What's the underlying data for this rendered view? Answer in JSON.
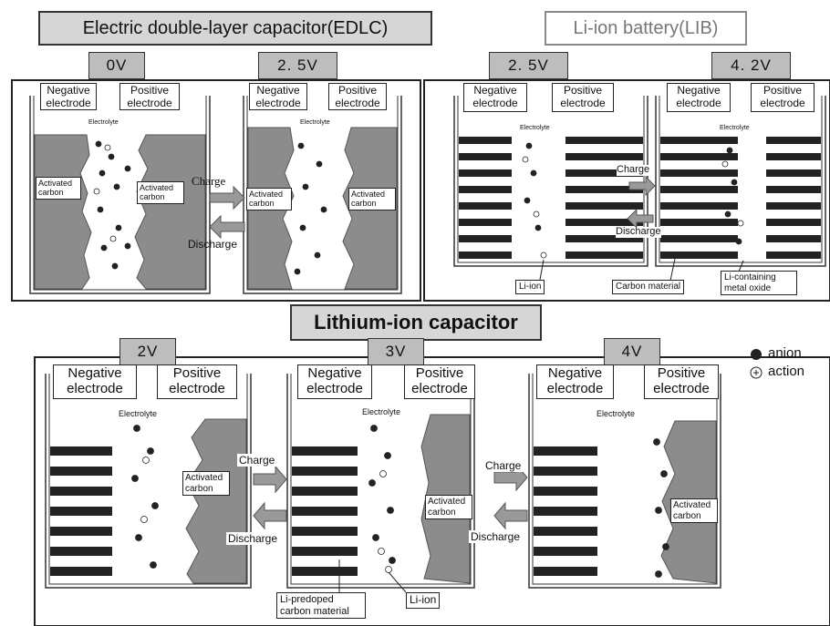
{
  "edlc": {
    "title": "Electric double-layer capacitor(EDLC)",
    "v0": "0V",
    "v1": "2. 5V",
    "negative": "Negative electrode",
    "positive": "Positive electrode",
    "electrolyte": "Electrolyte",
    "activated": "Activated carbon",
    "charge": "Charge",
    "discharge": "Discharge"
  },
  "lib": {
    "title": "Li-ion battery(LIB)",
    "v0": "2. 5V",
    "v1": "4. 2V",
    "negative": "Negative electrode",
    "positive": "Positive electrode",
    "electrolyte": "Electrolyte",
    "charge": "Charge",
    "discharge": "Discharge",
    "li_ion": "Li-ion",
    "carbon": "Carbon material",
    "oxide": "Li-containing metal oxide"
  },
  "lic": {
    "title": "Lithium-ion capacitor",
    "v0": "2V",
    "v1": "3V",
    "v2": "4V",
    "negative": "Negative electrode",
    "positive": "Positive electrode",
    "electrolyte": "Electrolyte",
    "activated": "Activated carbon",
    "charge": "Charge",
    "discharge": "Discharge",
    "predoped": "Li-predoped carbon material",
    "li_ion": "Li-ion"
  },
  "legend": {
    "anion": "anion",
    "cation": "action"
  }
}
